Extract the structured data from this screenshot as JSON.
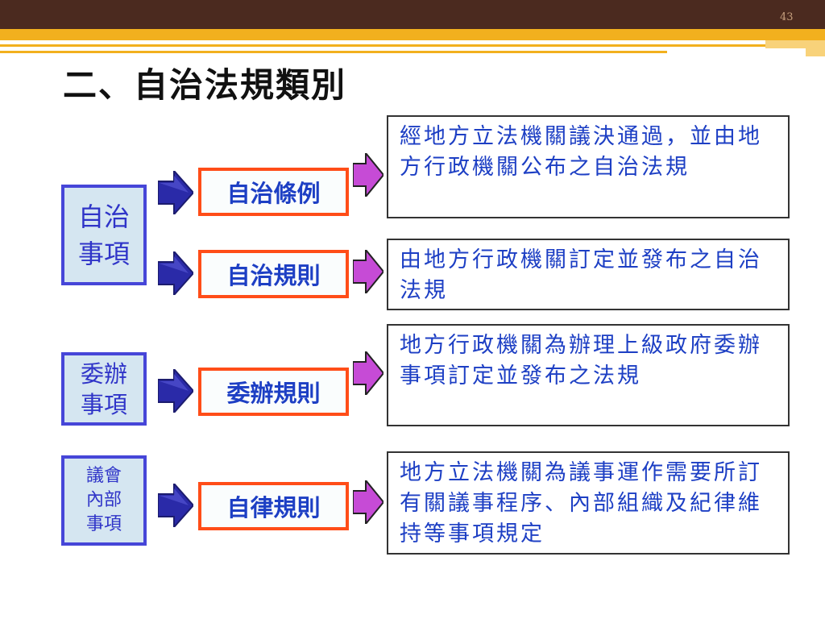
{
  "slide": {
    "page_number": "43",
    "title": "二、自治法規類別"
  },
  "categories": [
    {
      "label": "自治事項"
    },
    {
      "label": "委辦事項"
    },
    {
      "label": "議會內部事項"
    }
  ],
  "rule_types": [
    {
      "label": "自治條例"
    },
    {
      "label": "自治規則"
    },
    {
      "label": "委辦規則"
    },
    {
      "label": "自律規則"
    }
  ],
  "descriptions": [
    {
      "text": "經地方立法機關議決通過，並由地方行政機關公布之自治法規"
    },
    {
      "text": "由地方行政機關訂定並發布之自治法規"
    },
    {
      "text": "地方行政機關為辦理上級政府委辦事項訂定並發布之法規"
    },
    {
      "text": "地方立法機關為議事運作需要所訂有關議事程序、內部組織及紀律維持等事項規定"
    }
  ],
  "colors": {
    "header_dark": "#4b2a1f",
    "header_gold": "#f2b01e",
    "category_fill": "#d5e6f1",
    "category_border": "#4646d8",
    "rule_border": "#ff4d18",
    "text_blue": "#1d3fc4",
    "arrow_blue_dark": "#0a0a80",
    "arrow_purple": "#c64bd6"
  },
  "icons": [
    "block-arrow-right-icon"
  ]
}
